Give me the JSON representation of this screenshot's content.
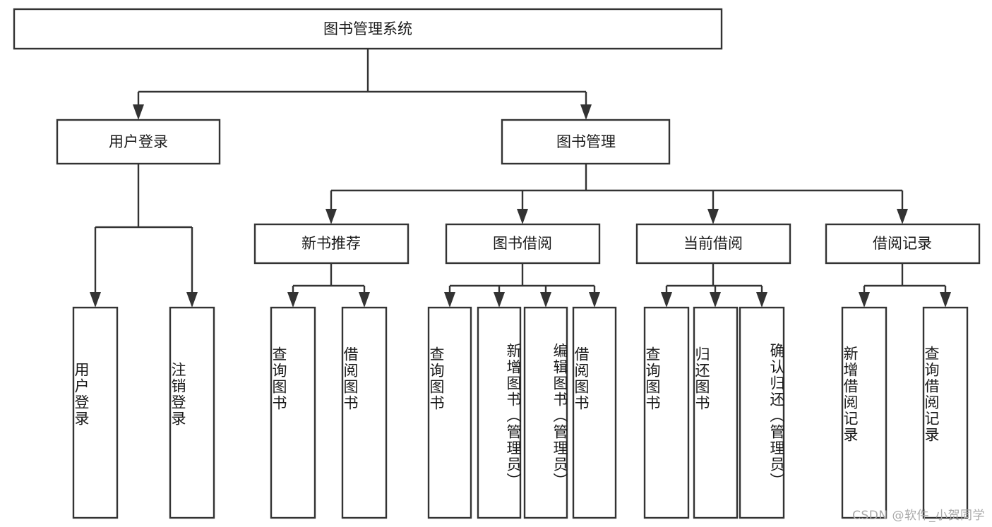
{
  "diagram": {
    "title": "图书管理系统",
    "watermark": "CSDN @软件_小贺同学",
    "type": "tree-hierarchy",
    "orientation": "top-down",
    "colors": {
      "box_stroke": "#333333",
      "box_fill": "#ffffff",
      "text": "#1a1a1a",
      "watermark": "#a8a8a8",
      "background": "#ffffff"
    },
    "root": {
      "id": "root",
      "label": "图书管理系统"
    },
    "level1": [
      {
        "id": "user-login",
        "label": "用户登录"
      },
      {
        "id": "book-manage",
        "label": "图书管理"
      }
    ],
    "level2": [
      {
        "id": "new-book-recommend",
        "label": "新书推荐",
        "parent": "book-manage"
      },
      {
        "id": "book-borrow",
        "label": "图书借阅",
        "parent": "book-manage"
      },
      {
        "id": "current-borrow",
        "label": "当前借阅",
        "parent": "book-manage"
      },
      {
        "id": "borrow-record",
        "label": "借阅记录",
        "parent": "book-manage"
      }
    ],
    "leaves": [
      {
        "id": "leaf-user-login",
        "label": "用户登录",
        "parent": "user-login",
        "align": "bottom"
      },
      {
        "id": "leaf-logout-login",
        "label": "注销登录",
        "parent": "user-login",
        "align": "bottom"
      },
      {
        "id": "leaf-query-book-1",
        "label": "查询图书",
        "parent": "new-book-recommend",
        "align": "middle"
      },
      {
        "id": "leaf-borrow-book-1",
        "label": "借阅图书",
        "parent": "new-book-recommend",
        "align": "middle"
      },
      {
        "id": "leaf-query-book-2",
        "label": "查询图书",
        "parent": "book-borrow",
        "align": "middle"
      },
      {
        "id": "leaf-add-book-admin",
        "label": "新增图书（管理员）",
        "parent": "book-borrow",
        "align": "top"
      },
      {
        "id": "leaf-edit-book-admin",
        "label": "编辑图书（管理员）",
        "parent": "book-borrow",
        "align": "top"
      },
      {
        "id": "leaf-borrow-book-2",
        "label": "借阅图书",
        "parent": "book-borrow",
        "align": "middle"
      },
      {
        "id": "leaf-query-book-3",
        "label": "查询图书",
        "parent": "current-borrow",
        "align": "middle"
      },
      {
        "id": "leaf-return-book",
        "label": "归还图书",
        "parent": "current-borrow",
        "align": "middle"
      },
      {
        "id": "leaf-confirm-return-admin",
        "label": "确认归还（管理员）",
        "parent": "current-borrow",
        "align": "top"
      },
      {
        "id": "leaf-add-borrow-record",
        "label": "新增借阅记录",
        "parent": "borrow-record",
        "align": "middle"
      },
      {
        "id": "leaf-query-borrow-record",
        "label": "查询借阅记录",
        "parent": "borrow-record",
        "align": "middle"
      }
    ]
  }
}
